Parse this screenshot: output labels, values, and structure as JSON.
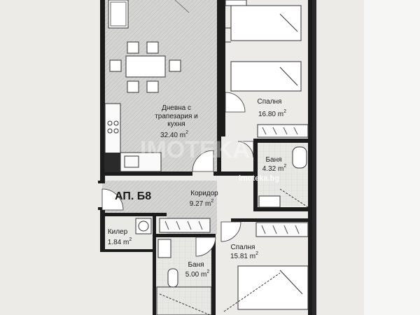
{
  "apartment_label": "АП. Б8",
  "rooms": {
    "living": {
      "name_line1": "Дневна с",
      "name_line2": "трапезария и",
      "name_line3": "кухня",
      "area_value": "32.40 m",
      "area_unit_sup": "2"
    },
    "bedroom_top": {
      "name": "Спалня",
      "area_value": "16.80 m",
      "area_unit_sup": "2"
    },
    "bath_small": {
      "name": "Баня",
      "area_value": "4.32 m",
      "area_unit_sup": "2"
    },
    "corridor": {
      "name": "Коридор",
      "area_value": "9.27 m",
      "area_unit_sup": "2"
    },
    "storage": {
      "name": "Килер",
      "area_value": "1.84 m",
      "area_unit_sup": "2"
    },
    "bath_large": {
      "name": "Баня",
      "area_value": "5.00 m",
      "area_unit_sup": "2"
    },
    "bedroom_bottom": {
      "name": "Спалня",
      "area_value": "15.81 m",
      "area_unit_sup": "2"
    }
  },
  "watermark": {
    "text": "imoteka.bg",
    "logo_text": "IMOTEKA"
  },
  "colors": {
    "paper": "#ecebe8",
    "wall": "#1c1c1c",
    "floor_hatch": "#cfcfcd",
    "bath_floor": "#e6e6e3",
    "white_right": "#f4f4f2"
  }
}
